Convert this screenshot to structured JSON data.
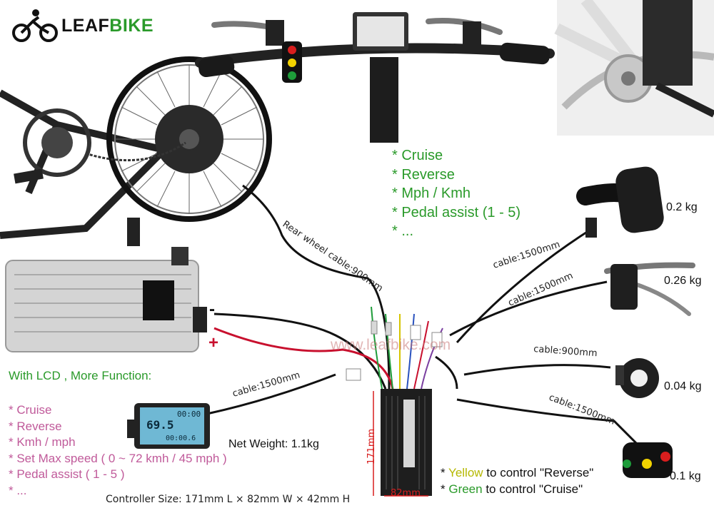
{
  "brand": {
    "name_black": "LEAF",
    "name_green": "BIKE"
  },
  "watermark": "www.leafbike.com",
  "features_top": [
    "* Cruise",
    "* Reverse",
    "* Mph / Kmh",
    "* Pedal assist (1 - 5)",
    "* ..."
  ],
  "lcd_section": {
    "heading": "With LCD , More Function:",
    "items": [
      "* Cruise",
      "* Reverse",
      "* Kmh / mph",
      "* Set Max speed ( 0 ~ 72 kmh / 45 mph )",
      "* Pedal assist ( 1 - 5 )",
      "* ..."
    ]
  },
  "cables": {
    "rear_wheel": "Rear wheel cable:900mm",
    "throttle": "cable:1500mm",
    "brake": "cable:1500mm",
    "pas": "cable:900mm",
    "switch": "cable:1500mm",
    "lcd": "cable:1500mm"
  },
  "weights": {
    "throttle": "0.2 kg",
    "brake": "0.26 kg",
    "pas": "0.04 kg",
    "switch": "0.1 kg"
  },
  "net_weight": "Net Weight: 1.1kg",
  "controller": {
    "size": "Controller Size: 171mm L × 82mm W × 42mm H",
    "length_label": "171mm",
    "width_label": "82mm"
  },
  "notes": {
    "yellow_prefix": "* ",
    "yellow_word": "Yellow",
    "yellow_rest": " to control \"Reverse\"",
    "green_prefix": "* ",
    "green_word": "Green",
    "green_rest": " to control \"Cruise\""
  },
  "battery_terminals": {
    "minus": "-",
    "plus": "+"
  },
  "lcd_display": {
    "top_value": "00:00",
    "speed": "69.5",
    "bottom_value": "00:00.6"
  },
  "colors": {
    "green": "#2a9a2a",
    "pink": "#c05a9a",
    "yellow": "#b5b800",
    "cable_red": "#c8102e"
  }
}
